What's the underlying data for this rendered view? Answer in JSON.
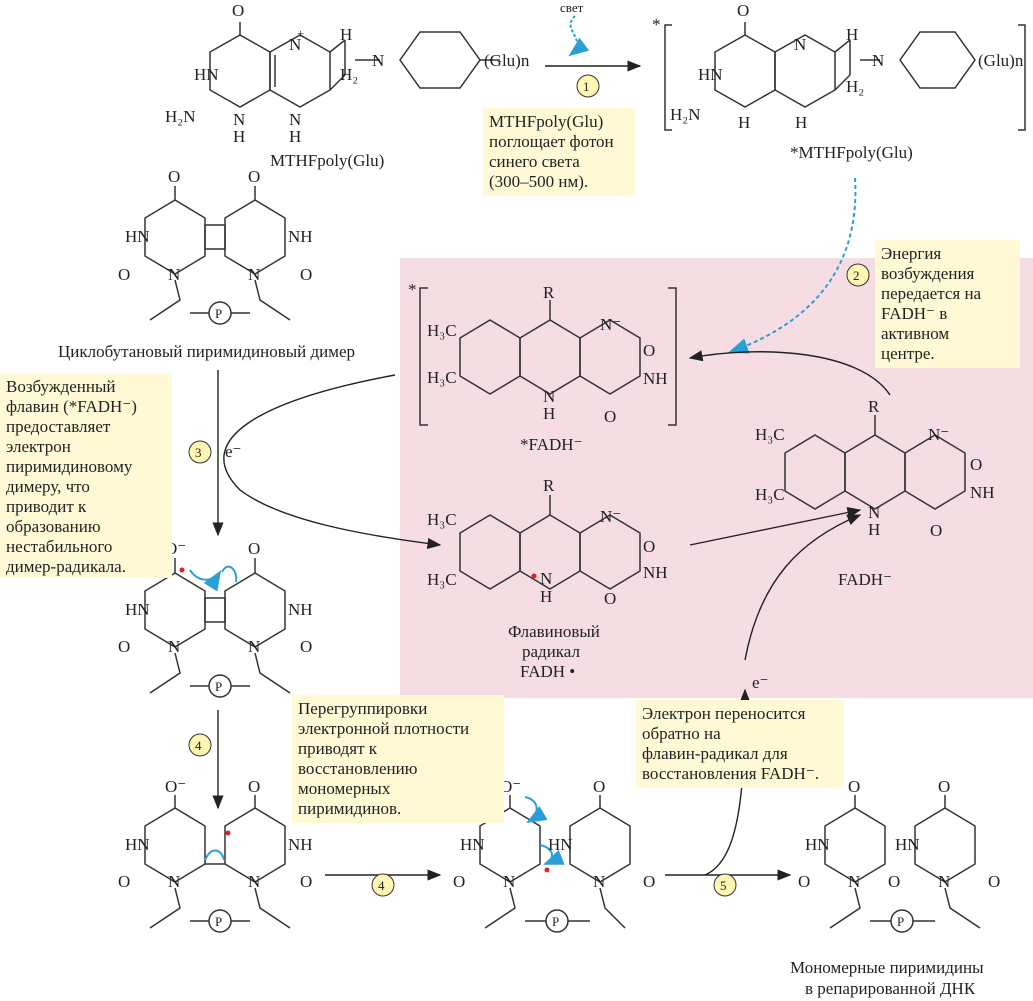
{
  "labels": {
    "mthf": "MTHFpoly(Glu)",
    "mthf_star": "*MTHFpoly(Glu)",
    "light": "свет",
    "dimer": "Циклобутановый пиримидиновый димер",
    "fadh_star": "*FADH⁻",
    "fadh": "FADH⁻",
    "flavin_radical_1": "Флавиновый",
    "flavin_radical_2": "радикал",
    "flavin_radical_3": "FADH •",
    "monomers_1": "Мономерные пиримидины",
    "monomers_2": "в репарированной ДНК",
    "electron": "e⁻",
    "glu": "(Glu)n"
  },
  "steps": [
    "①",
    "②",
    "③",
    "④",
    "④",
    "⑤"
  ],
  "notes": {
    "n1": [
      "MTHFpoly(Glu)",
      "поглощает фотон",
      "синего света",
      "(300–500 нм)."
    ],
    "n2": [
      "Энергия",
      "возбуждения",
      "передается на",
      "FADH⁻ в",
      "активном",
      "центре."
    ],
    "n3": [
      "Возбужденный",
      "флавин (*FADH⁻)",
      "предоставляет",
      "электрон",
      "пиримидиновому",
      "димеру, что",
      "приводит к",
      "образованию",
      "нестабильного",
      "димер-радикала."
    ],
    "n4": [
      "Перегруппировки",
      "электронной плотности",
      "приводят к",
      "восстановлению",
      "мономерных",
      "пиримидинов."
    ],
    "n5": [
      "Электрон переносится",
      "обратно на",
      "флавин-радикал для",
      "восстановления FADH⁻."
    ]
  },
  "colors": {
    "note_bg": "#fff9d6",
    "pink_region": "#f6dde3",
    "blue_arrow": "#2a9fd6"
  }
}
